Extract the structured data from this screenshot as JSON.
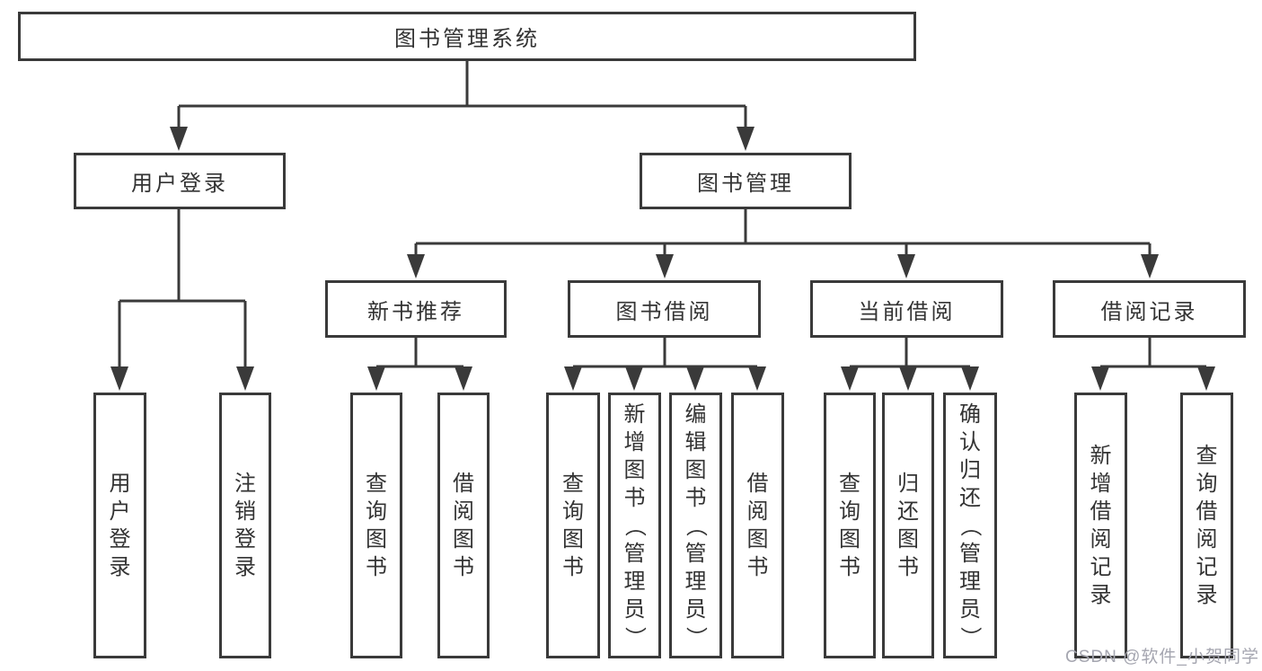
{
  "nodes": {
    "root": {
      "label": "图书管理系统"
    },
    "level2": [
      {
        "label": "用户登录"
      },
      {
        "label": "图书管理"
      }
    ],
    "level3": [
      {
        "label": "新书推荐",
        "parent": "图书管理"
      },
      {
        "label": "图书借阅",
        "parent": "图书管理"
      },
      {
        "label": "当前借阅",
        "parent": "图书管理"
      },
      {
        "label": "借阅记录",
        "parent": "图书管理"
      }
    ],
    "leaves": [
      {
        "label": "用户登录",
        "parent": "用户登录"
      },
      {
        "label": "注销登录",
        "parent": "用户登录"
      },
      {
        "label": "查询图书",
        "parent": "新书推荐"
      },
      {
        "label": "借阅图书",
        "parent": "新书推荐"
      },
      {
        "label": "查询图书",
        "parent": "图书借阅"
      },
      {
        "label": "新增图书（管理员）",
        "parent": "图书借阅"
      },
      {
        "label": "编辑图书（管理员）",
        "parent": "图书借阅"
      },
      {
        "label": "借阅图书",
        "parent": "图书借阅"
      },
      {
        "label": "查询图书",
        "parent": "当前借阅"
      },
      {
        "label": "归还图书",
        "parent": "当前借阅"
      },
      {
        "label": "确认归还（管理员）",
        "parent": "当前借阅"
      },
      {
        "label": "新增借阅记录",
        "parent": "借阅记录"
      },
      {
        "label": "查询借阅记录",
        "parent": "借阅记录"
      }
    ]
  },
  "watermark": {
    "text": "CSDN @软件_小贺同学"
  },
  "colors": {
    "line": "#3a3a3a",
    "text": "#333333",
    "background": "#ffffff",
    "watermark": "#a5a6b0"
  }
}
